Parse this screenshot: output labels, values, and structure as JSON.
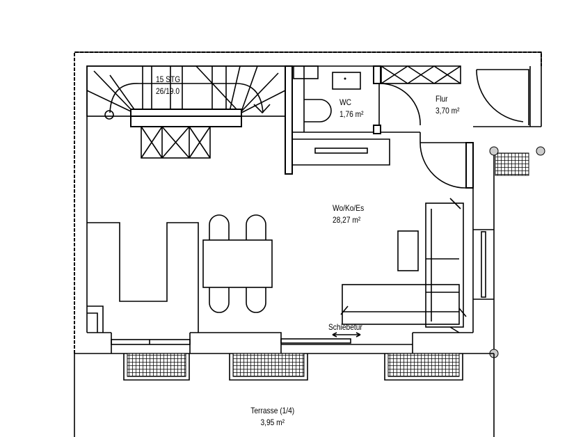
{
  "stair": {
    "steps": "15 STG",
    "ratio": "26/19.0"
  },
  "rooms": [
    {
      "name": "WC",
      "area": "1,76 m²"
    },
    {
      "name": "Flur",
      "area": "3,70 m²"
    },
    {
      "name": "Wo/Ko/Es",
      "area": "28,27 m²"
    },
    {
      "name": "Terrasse (1/4)",
      "area": "3,95 m²"
    }
  ],
  "door_label": "Schiebetur"
}
